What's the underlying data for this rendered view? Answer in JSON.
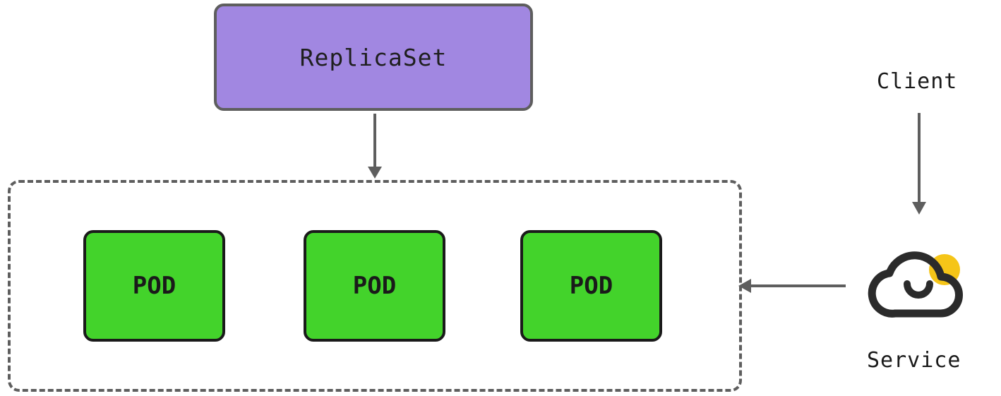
{
  "replicaset": {
    "label": "ReplicaSet"
  },
  "pods": [
    {
      "label": "POD"
    },
    {
      "label": "POD"
    },
    {
      "label": "POD"
    }
  ],
  "client": {
    "label": "Client"
  },
  "service": {
    "label": "Service",
    "icon": "cloud-icon"
  },
  "colors": {
    "replicaset_fill": "#a187e1",
    "pod_fill": "#43d32b",
    "service_accent": "#f5c518",
    "stroke": "#5e5e5e"
  }
}
